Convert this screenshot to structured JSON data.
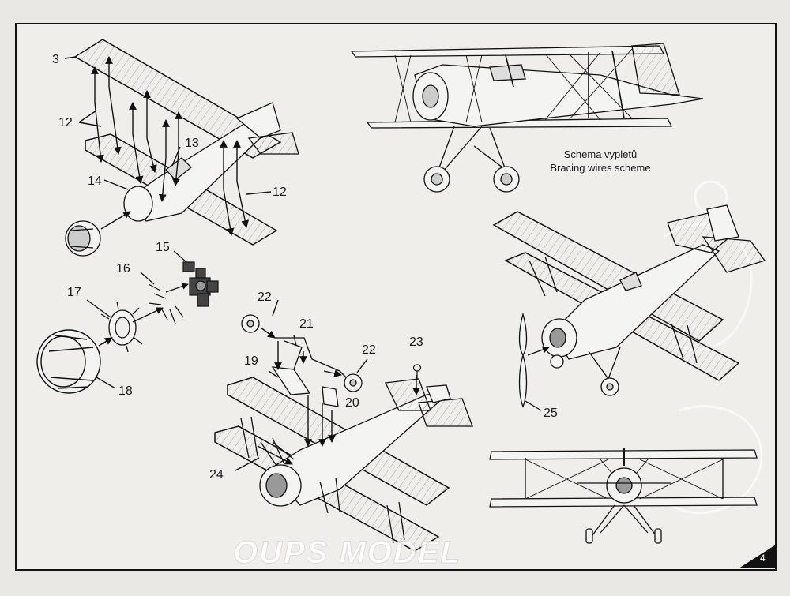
{
  "labels": {
    "l3": "3",
    "l12a": "12",
    "l12b": "12",
    "l13": "13",
    "l14": "14",
    "l15": "15",
    "l16": "16",
    "l17": "17",
    "l18": "18",
    "l19": "19",
    "l20": "20",
    "l21": "21",
    "l22a": "22",
    "l22b": "22",
    "l23": "23",
    "l24": "24",
    "l25": "25"
  },
  "caption": {
    "cz": "Schema vypletů",
    "en": "Bracing wires scheme"
  },
  "watermark": "OUPS MODEL",
  "page_number": "4"
}
